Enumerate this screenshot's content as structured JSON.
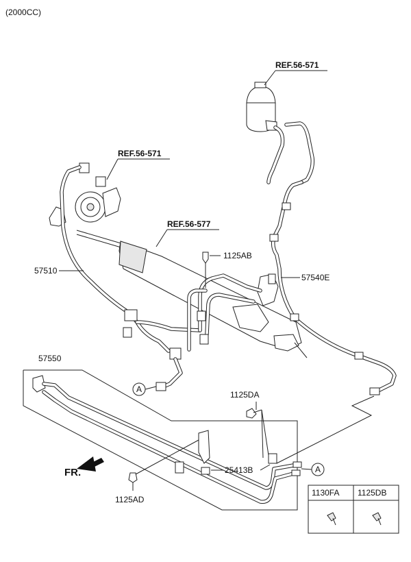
{
  "header": {
    "engine_note": "(2000CC)"
  },
  "references": {
    "reservoir": "REF.56-571",
    "pump": "REF.56-571",
    "gear_box": "REF.56-577"
  },
  "parts": {
    "return_hose": "57510",
    "cooler_tube": "57540E",
    "oil_cooler_assembly": "57550",
    "bolt_ab": "1125AB",
    "bolt_da": "1125DA",
    "bolt_ad": "1125AD",
    "clamp": "25413B"
  },
  "markers": {
    "connection": "A"
  },
  "direction": {
    "front": "FR."
  },
  "fastener_table": {
    "headers": [
      "1130FA",
      "1125DB"
    ]
  }
}
